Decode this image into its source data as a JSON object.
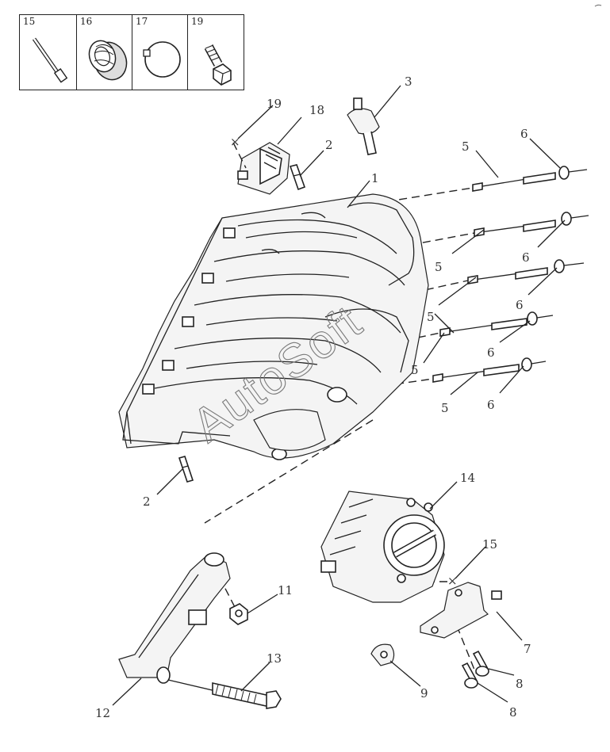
{
  "legend": [
    {
      "num": "15",
      "icon": "bolt-icon"
    },
    {
      "num": "16",
      "icon": "hose-sleeve-icon"
    },
    {
      "num": "17",
      "icon": "clamp-ring-icon"
    },
    {
      "num": "19",
      "icon": "hex-bolt-icon"
    }
  ],
  "callouts": {
    "c1": "1",
    "c2a": "2",
    "c2b": "2",
    "c3": "3",
    "c5a": "5",
    "c5b": "5",
    "c5c": "5",
    "c5d": "5",
    "c5e": "5",
    "c6a": "6",
    "c6b": "6",
    "c6c": "6",
    "c6d": "6",
    "c6e": "6",
    "c7": "7",
    "c8a": "8",
    "c8b": "8",
    "c9": "9",
    "c11": "11",
    "c12": "12",
    "c13": "13",
    "c14": "14",
    "c15": "15",
    "c18": "18",
    "c19": "19"
  },
  "watermark": "AutoSoft"
}
